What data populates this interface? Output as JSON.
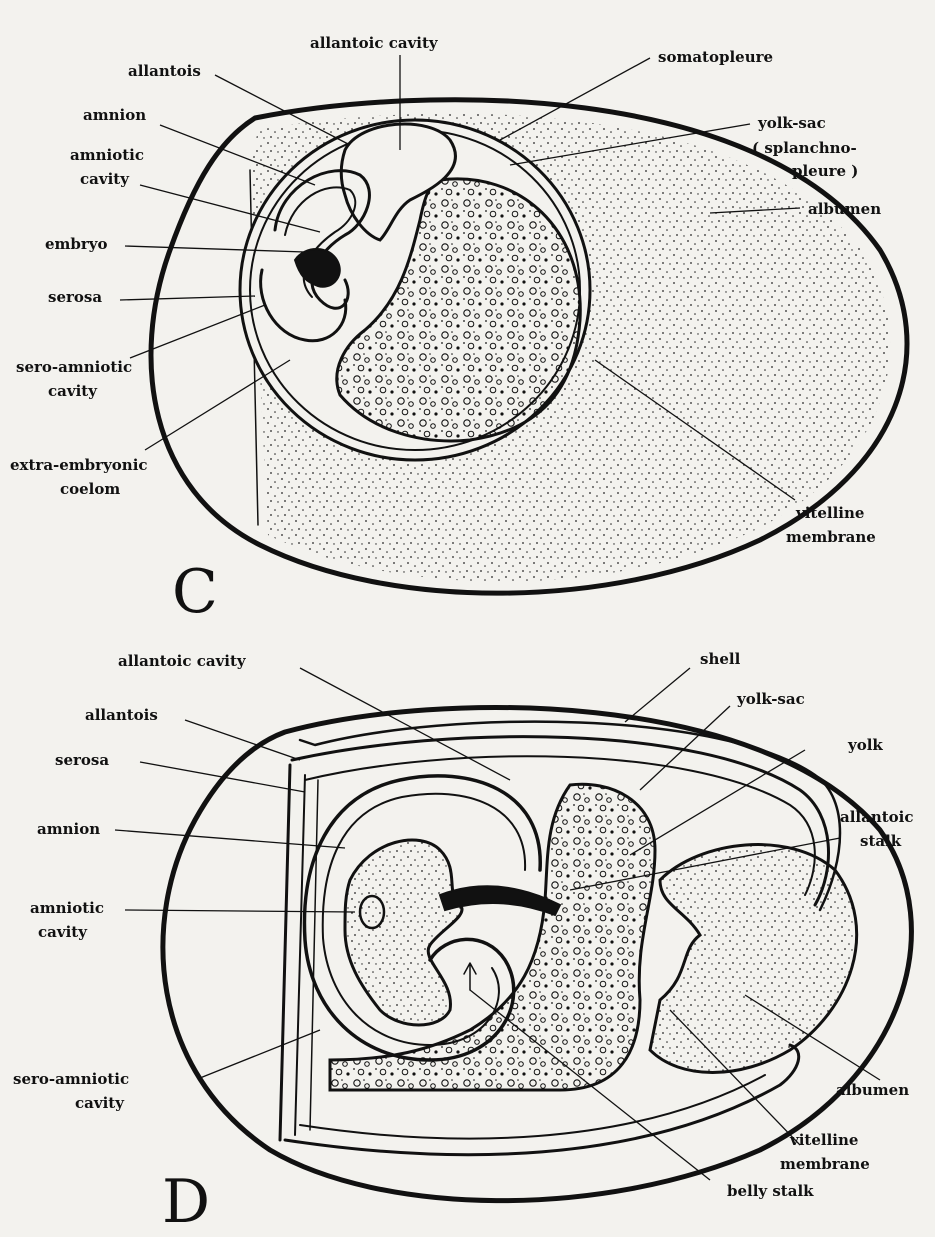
{
  "panel_c": {
    "letter": "C",
    "labels": {
      "allantoic_cavity": "allantoic cavity",
      "allantois": "allantois",
      "somatopleure": "somatopleure",
      "amnion": "amnion",
      "yolk_sac": "yolk-sac",
      "splanchnopleure_1": "( splanchno-",
      "splanchnopleure_2": "pleure )",
      "amniotic_cavity_1": "amniotic",
      "amniotic_cavity_2": "cavity",
      "albumen": "albumen",
      "embryo": "embryo",
      "serosa": "serosa",
      "sero_amniotic_1": "sero-amniotic",
      "sero_amniotic_2": "cavity",
      "extra_embryonic_1": "extra-embryonic",
      "extra_embryonic_2": "coelom",
      "vitelline_1": "vitelline",
      "vitelline_2": "membrane"
    }
  },
  "panel_d": {
    "letter": "D",
    "labels": {
      "allantoic_cavity": "allantoic  cavity",
      "shell": "shell",
      "allantois": "allantois",
      "yolk_sac": "yolk-sac",
      "serosa": "serosa",
      "yolk": "yolk",
      "allantoic_stalk_1": "allantoic",
      "allantoic_stalk_2": "stalk",
      "amnion": "amnion",
      "amniotic_cavity_1": "amniotic",
      "amniotic_cavity_2": "cavity",
      "sero_amniotic_1": "sero-amniotic",
      "sero_amniotic_2": "cavity",
      "albumen": "albumen",
      "vitelline_1": "vitelline",
      "vitelline_2": "membrane",
      "belly_stalk": "belly  stalk"
    }
  },
  "colors": {
    "ink": "#111111",
    "paper": "#f3f2ee"
  }
}
